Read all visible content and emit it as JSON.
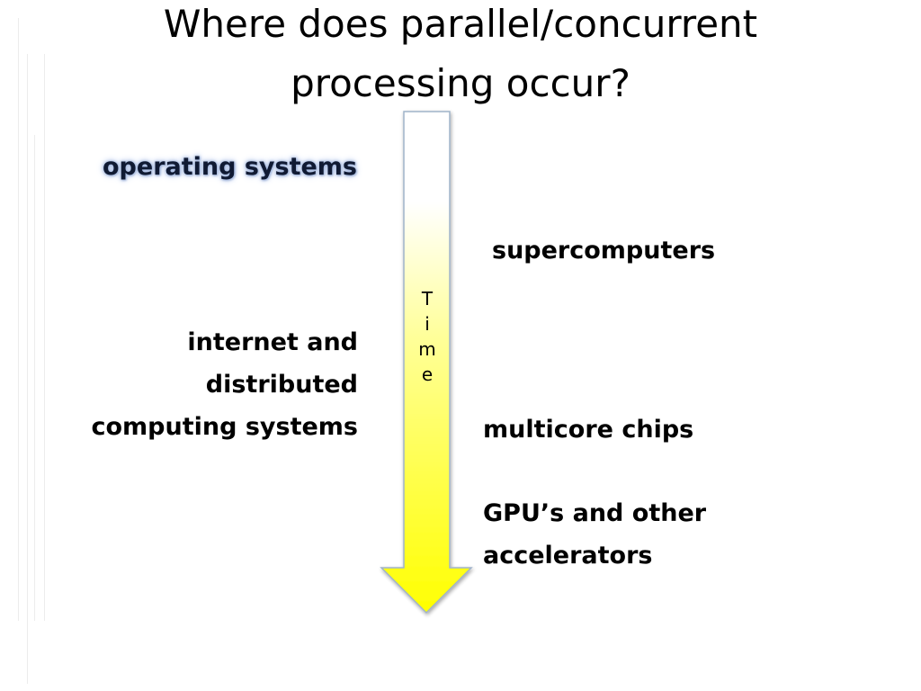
{
  "title": {
    "line1": "Where does parallel/concurrent",
    "line2": "processing occur?"
  },
  "arrow": {
    "letters": [
      "T",
      "i",
      "m",
      "e"
    ],
    "gradient_top": "#ffffff",
    "gradient_bottom": "#ffff00",
    "stroke": "#9fb3c9"
  },
  "left_items": {
    "operating_systems": "operating systems",
    "internet": {
      "line1": "internet and",
      "line2": "distributed",
      "line3": "computing systems"
    }
  },
  "right_items": {
    "supercomputers": "supercomputers",
    "multicore": "multicore chips",
    "gpu": {
      "line1": "GPU’s and other",
      "line2": "accelerators"
    }
  }
}
